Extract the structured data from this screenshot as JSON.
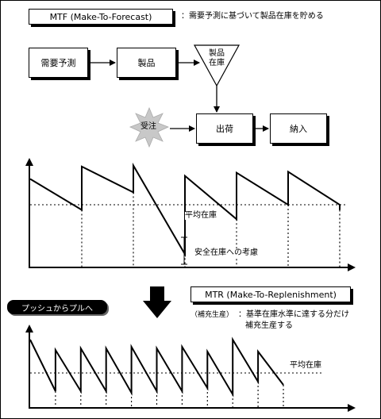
{
  "mtf": {
    "title": "MTF (Make-To-Forecast)",
    "description": "：需要予測に基づいて製品在庫を貯める"
  },
  "flow": {
    "forecast": "需要予測",
    "product": "製品",
    "inventory_line1": "製品",
    "inventory_line2": "在庫",
    "order": "受注",
    "shipping": "出荷",
    "delivery": "納入"
  },
  "chart_top": {
    "avg_label": "平均在庫",
    "safety_label": "安全在庫への考慮"
  },
  "transition": {
    "push_to_pull": "プッシュからプルへ"
  },
  "mtr": {
    "title": "MTR (Make-To-Replenishment)",
    "prefix": "（補充生産）",
    "description_line1": "：基準在庫水準に達する分だけ",
    "description_line2": "補充生産する"
  },
  "chart_bottom": {
    "avg_label": "平均在庫"
  },
  "chart_data": [
    {
      "type": "line",
      "x": [
        0,
        1,
        1,
        2,
        2,
        3,
        3,
        4,
        4,
        5,
        5,
        6,
        6
      ],
      "y": [
        0.85,
        0.55,
        0.97,
        0.72,
        0.98,
        0.12,
        0.88,
        0.46,
        0.91,
        0.6,
        0.92,
        0.6,
        0.55
      ],
      "reference_lines": [
        "平均在庫"
      ],
      "annotations": [
        "平均在庫",
        "安全在庫への考慮"
      ]
    },
    {
      "type": "line",
      "x": [
        0,
        0.55,
        0.55,
        1.1,
        1.1,
        1.65,
        1.65,
        2.2,
        2.2,
        2.75,
        2.75,
        3.3,
        3.3,
        3.85,
        3.85,
        4.4,
        4.4,
        4.95,
        4.95,
        5.5
      ],
      "y": [
        0.85,
        0.2,
        0.72,
        0.2,
        0.74,
        0.2,
        0.74,
        0.18,
        0.76,
        0.2,
        0.74,
        0.2,
        0.76,
        0.24,
        0.7,
        0.16,
        0.85,
        0.32,
        0.7,
        0.28
      ],
      "reference_lines": [
        "平均在庫"
      ],
      "annotations": [
        "平均在庫"
      ]
    }
  ]
}
